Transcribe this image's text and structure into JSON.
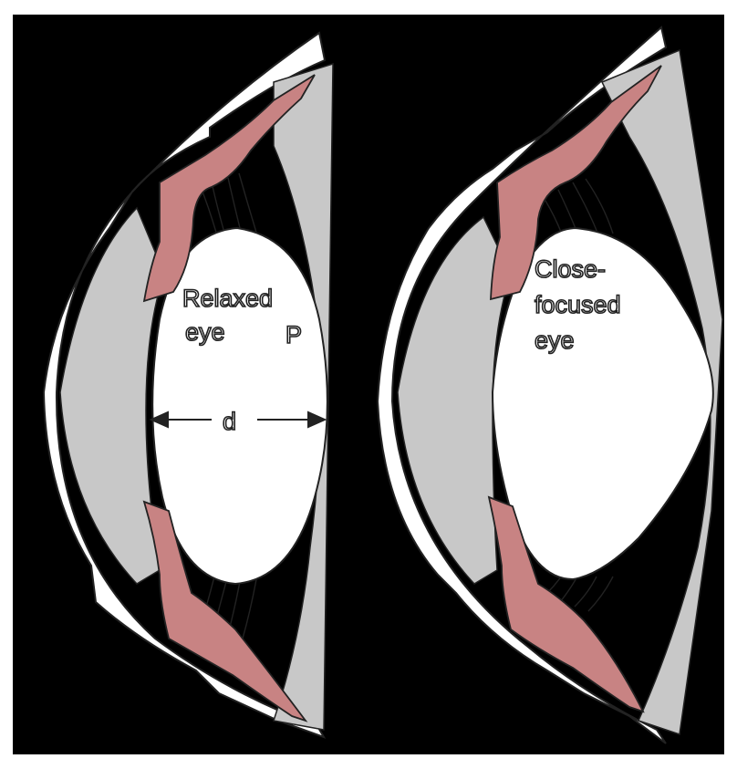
{
  "left_eye": {
    "label_line1": "Relaxed",
    "label_line2": "eye",
    "point_label": "P",
    "distance_label": "d"
  },
  "right_eye": {
    "label_line1": "Close-",
    "label_line2": "focused",
    "label_line3": "eye"
  },
  "colors": {
    "background": "#000000",
    "frame": "#ffffff",
    "sclera": "#ffffff",
    "chamber": "#c8c8c8",
    "ciliary_muscle": "#c88383",
    "lens": "#ffffff",
    "outline": "#222222"
  }
}
